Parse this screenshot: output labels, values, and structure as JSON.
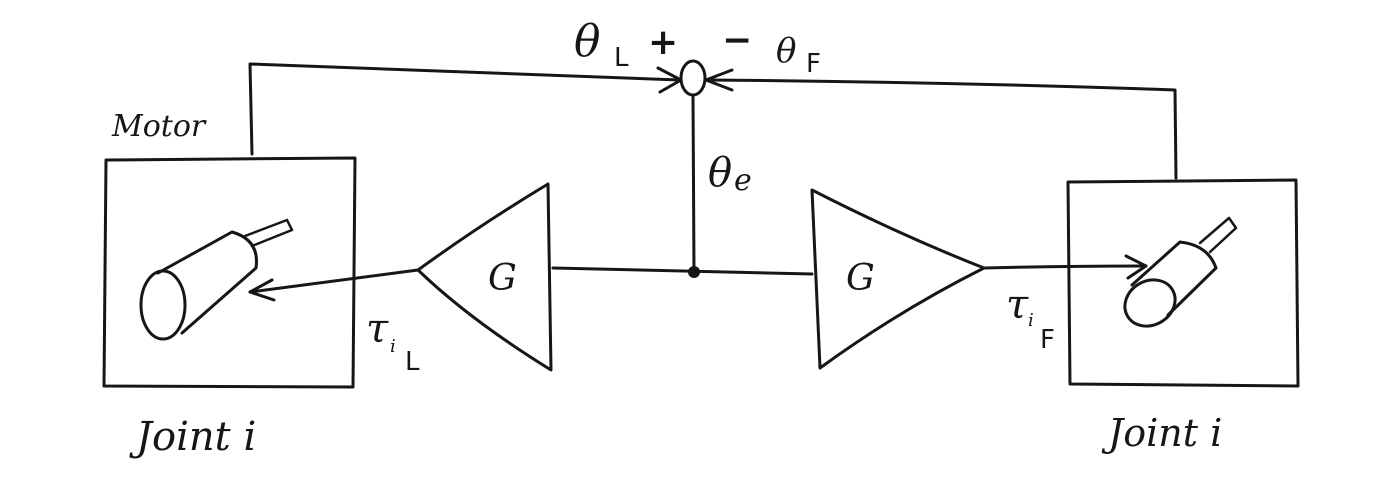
{
  "labels": {
    "motor": "Motor",
    "joint_left": "Joint i",
    "joint_right": "Joint i",
    "gain_left": "G",
    "gain_right": "G",
    "theta_leader": "θ",
    "theta_leader_sub": "L",
    "plus": "+",
    "minus": "−",
    "theta_follower": "θ",
    "theta_follower_sub": "F",
    "theta_error": "θ",
    "theta_error_sub": "e",
    "tau_leader": "τ",
    "tau_leader_idx": "i",
    "tau_leader_sub": "L",
    "tau_follower": "τ",
    "tau_follower_idx": "i",
    "tau_follower_sub": "F"
  }
}
